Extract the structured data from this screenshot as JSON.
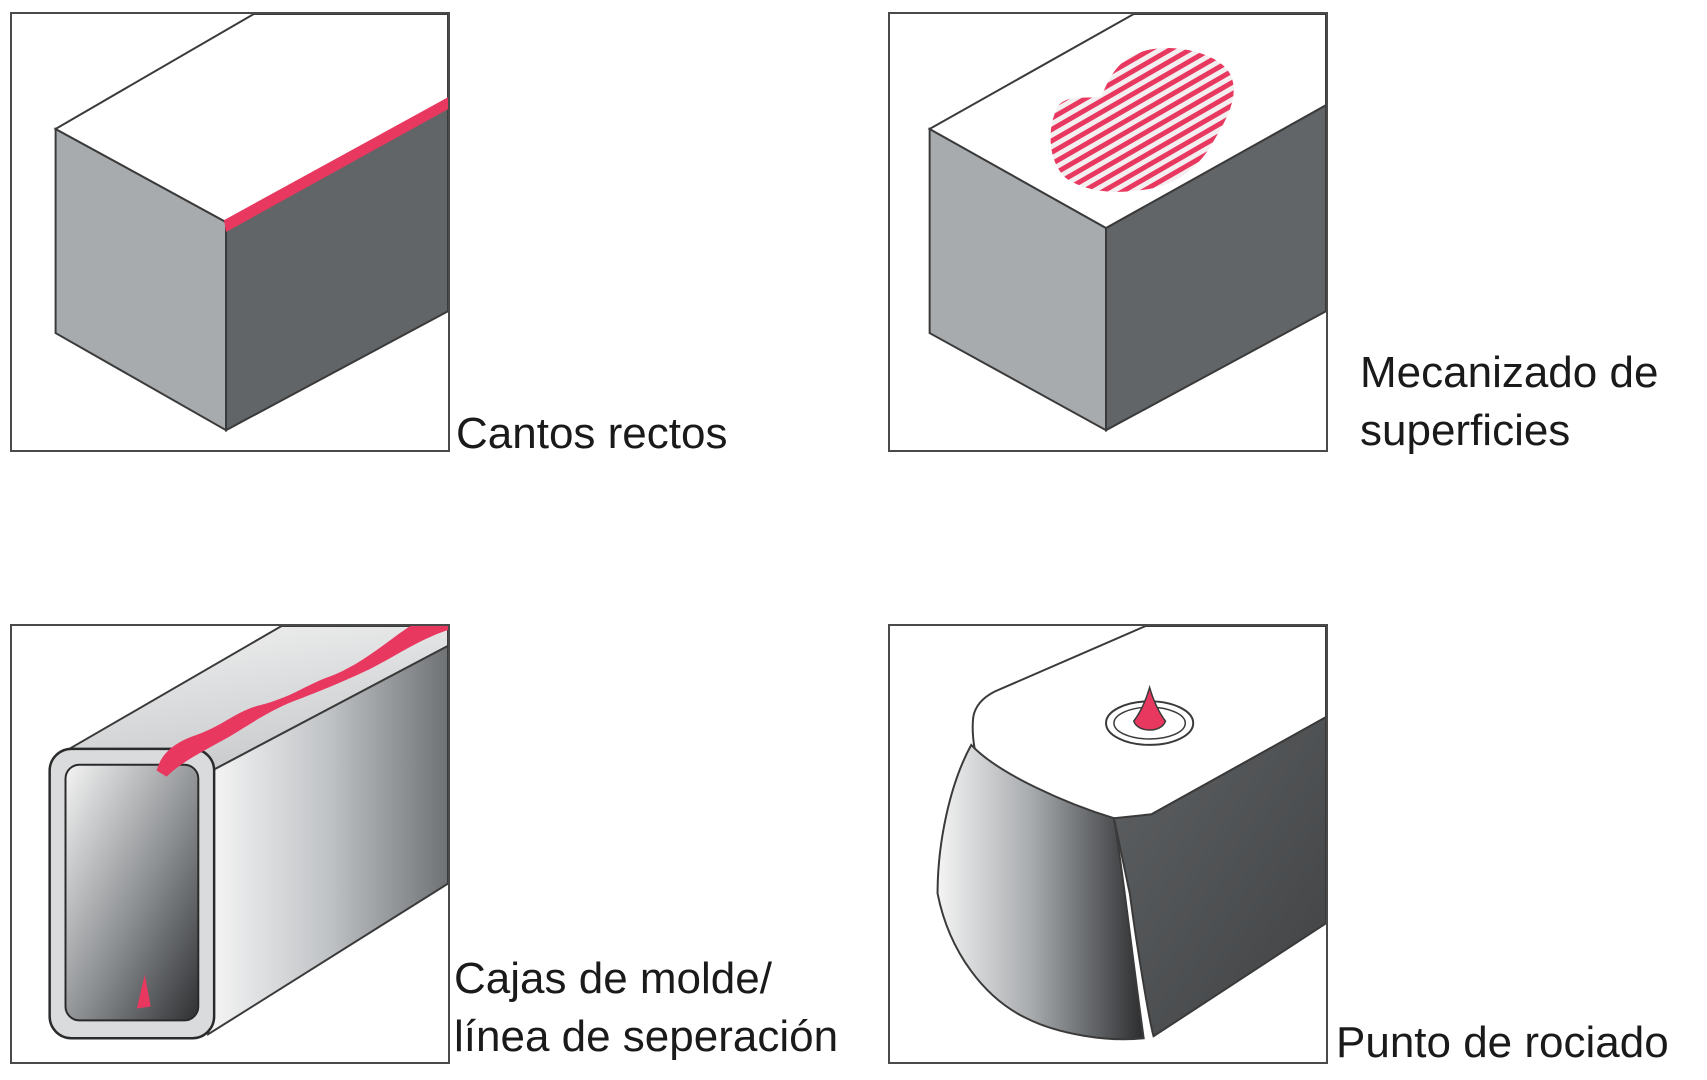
{
  "colors": {
    "accent": "#e8385f",
    "face_light": "#a7abae",
    "face_dark": "#626567",
    "top_face": "#ffffff",
    "outline": "#3a3a3a"
  },
  "panels": [
    {
      "id": "straight-edges",
      "caption": [
        "Cantos rectos"
      ]
    },
    {
      "id": "surface-machining",
      "caption": [
        "Mecanizado de",
        "superficies"
      ]
    },
    {
      "id": "mould-boxes",
      "caption": [
        "Cajas de molde/",
        "línea de seperación"
      ]
    },
    {
      "id": "injection-point",
      "caption": [
        "Punto de rociado"
      ]
    }
  ]
}
